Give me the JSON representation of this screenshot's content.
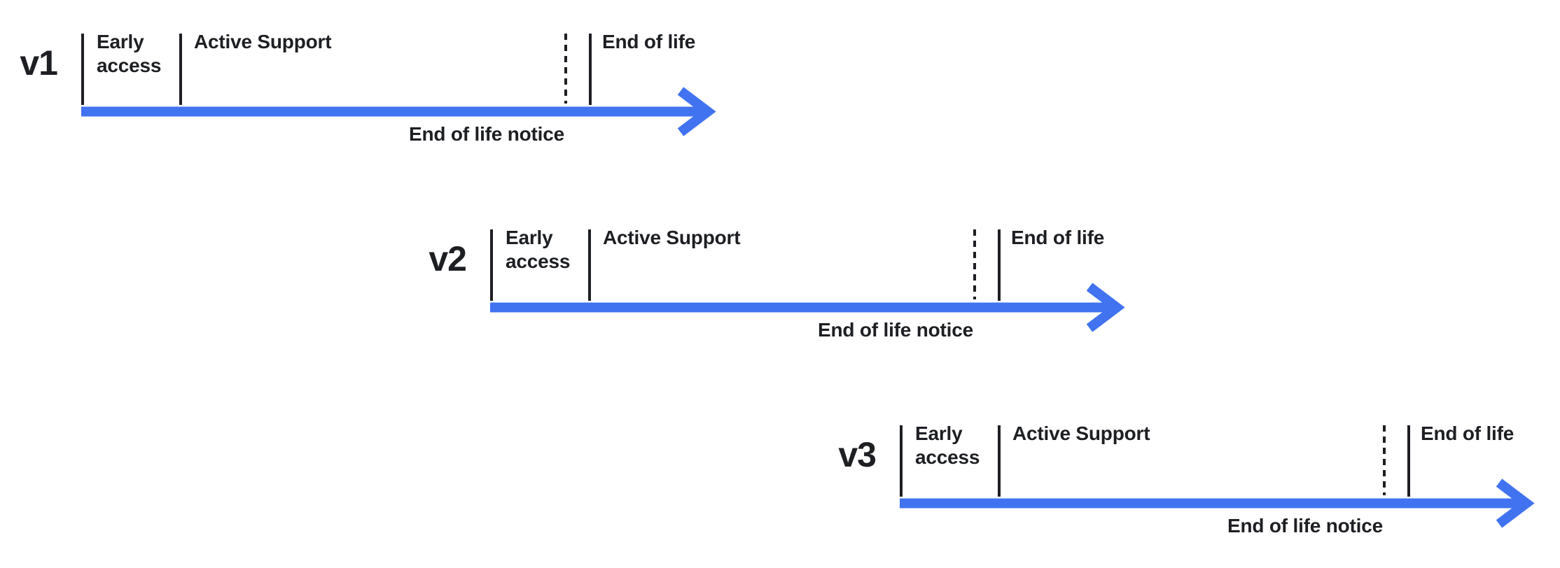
{
  "diagram": {
    "type": "release-lifecycle-timelines",
    "background_color": "#ffffff",
    "ink_color": "#1d1f23",
    "arrow_color": "#4173f0",
    "timelines": [
      {
        "version": "v1",
        "phase_early": "Early access",
        "phase_active": "Active Support",
        "phase_eol": "End of life",
        "notice": "End of life notice"
      },
      {
        "version": "v2",
        "phase_early": "Early access",
        "phase_active": "Active Support",
        "phase_eol": "End of life",
        "notice": "End of life notice"
      },
      {
        "version": "v3",
        "phase_early": "Early access",
        "phase_active": "Active Support",
        "phase_eol": "End of life",
        "notice": "End of life notice"
      }
    ]
  }
}
